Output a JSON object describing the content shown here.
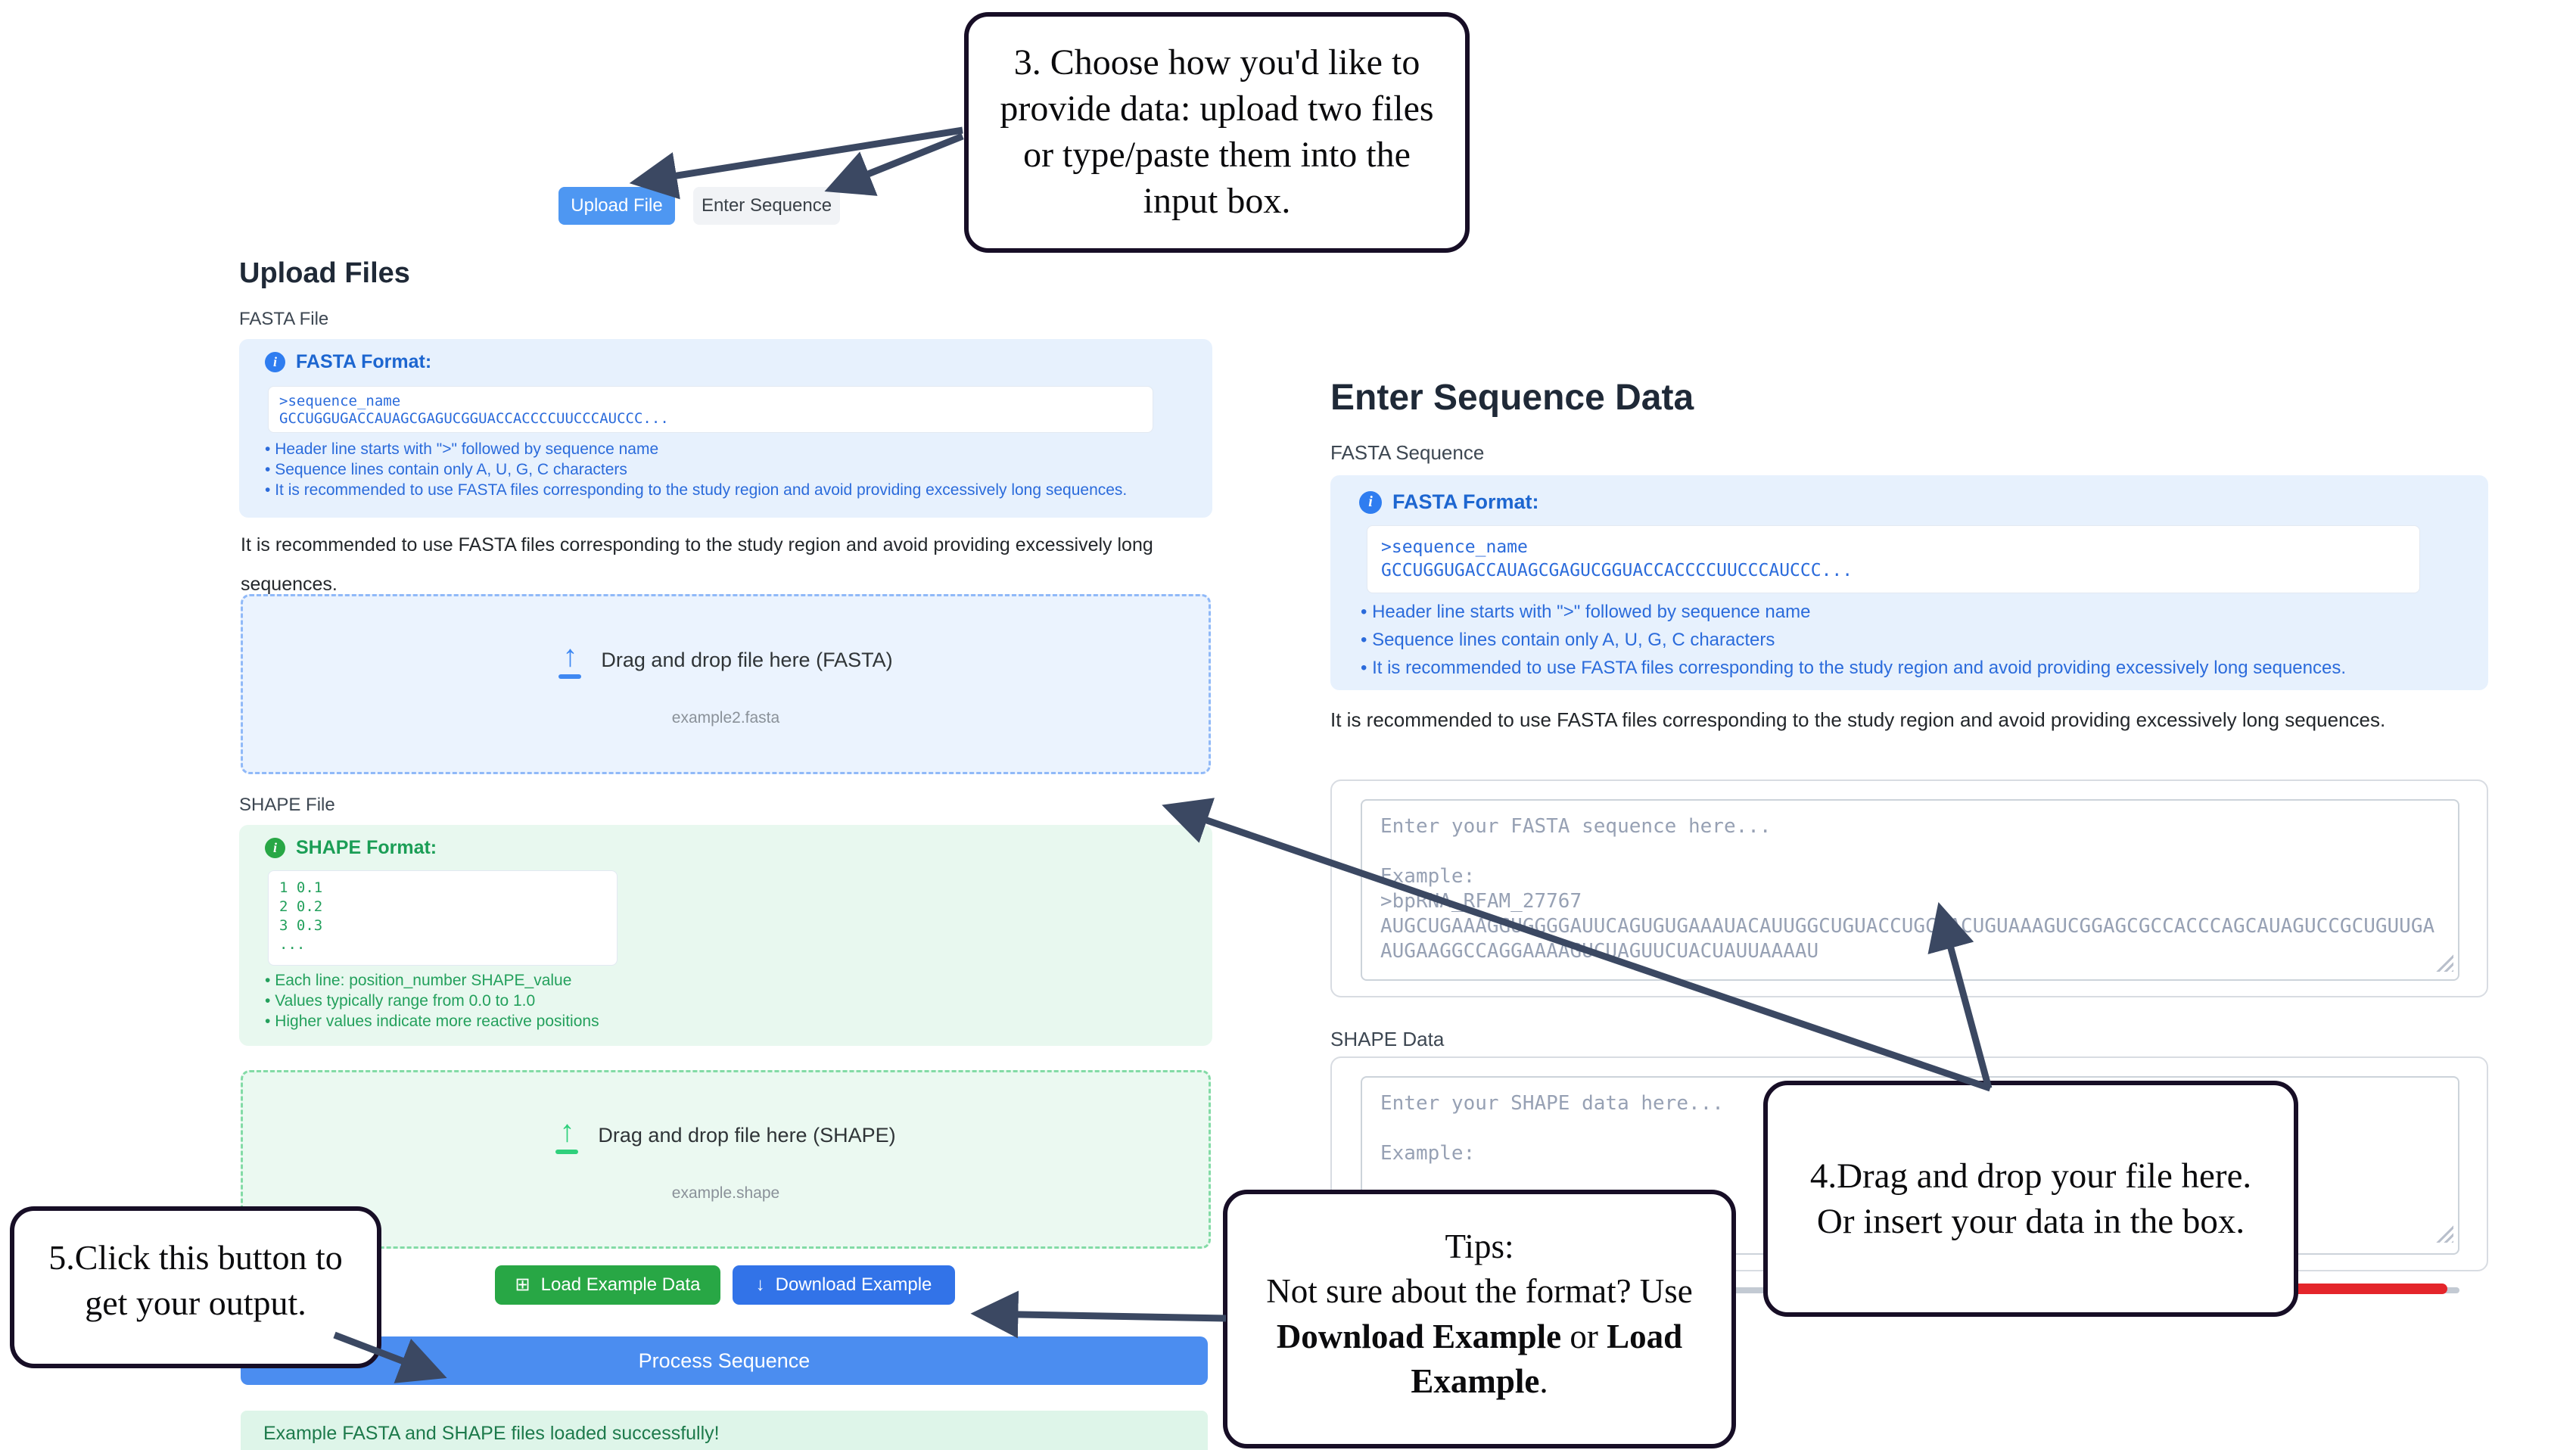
{
  "tabs": {
    "upload_file": "Upload File",
    "enter_sequence": "Enter Sequence"
  },
  "shared": {
    "fasta_info": {
      "title": "FASTA Format:",
      "code": [
        ">sequence_name",
        "GCCUGGUGACCAUAGCGAGUCGGUACCACCCCUUCCCAUCCC..."
      ],
      "bullets": [
        "Header line starts with \">\" followed by sequence name",
        "Sequence lines contain only A, U, G, C characters",
        "It is recommended to use FASTA files corresponding to the study region and avoid providing excessively long sequences."
      ]
    },
    "recommendation_note": "It is recommended to use FASTA files corresponding to the study region and avoid providing excessively long sequences."
  },
  "upload_section": {
    "heading": "Upload Files",
    "fasta_file_label": "FASTA File",
    "fasta_dropzone": {
      "label": "Drag and drop file here (FASTA)",
      "filename": "example2.fasta"
    },
    "shape_file_label": "SHAPE File",
    "shape_info": {
      "title": "SHAPE Format:",
      "code": [
        "1 0.1",
        "2 0.2",
        "3 0.3",
        "..."
      ],
      "bullets": [
        "Each line: position_number SHAPE_value",
        "Values typically range from 0.0 to 1.0",
        "Higher values indicate more reactive positions"
      ]
    },
    "shape_dropzone": {
      "label": "Drag and drop file here (SHAPE)",
      "filename": "example.shape"
    },
    "load_example_button": "Load Example Data",
    "download_example_button": "Download Example",
    "process_button": "Process Sequence",
    "status_message": "Example FASTA and SHAPE files loaded successfully!"
  },
  "enter_section": {
    "heading": "Enter Sequence Data",
    "fasta_sequence_label": "FASTA Sequence",
    "fasta_textarea_placeholder": "Enter your FASTA sequence here...\n\nExample:\n>bpRNA_RFAM_27767\nAUGCUGAAAGGUGGGGAUUCAGUGUGAAAUACAUUGGCUGUACCUGCAACUGUAAAGUCGGAGCGCCACCCAGCAUAGUCCGCUGUUGAAUGAAGGCCAGGAAAAGUCUAGUUCUACUAUUAAAAU",
    "shape_data_label": "SHAPE Data",
    "shape_textarea_placeholder": "Enter your SHAPE data here...\n\nExample:"
  },
  "callouts": {
    "step3": "3. Choose how you'd like to provide data: upload two files or type/paste them into the input box.",
    "step4": "4.Drag and drop your file here. Or insert your data in the box.",
    "step5": "5.Click this button to get your output.",
    "tips_title": "Tips:",
    "tips_part1": "Not sure about the format? Use ",
    "tips_bold1": "Download Example",
    "tips_part2": " or ",
    "tips_bold2": "Load Example",
    "tips_part3": "."
  },
  "icons": {
    "info_glyph": "i",
    "upload_arrow_glyph": "↑",
    "download_glyph": "↓",
    "load_grid_glyph": "⊞"
  },
  "colors": {
    "accent_blue": "#4b8df0",
    "success_green": "#28a745",
    "info_text_blue": "#2b6bdb",
    "info_text_green": "#23a05c",
    "annotation_navy": "#3b4862",
    "annotation_red": "#e4252b"
  }
}
